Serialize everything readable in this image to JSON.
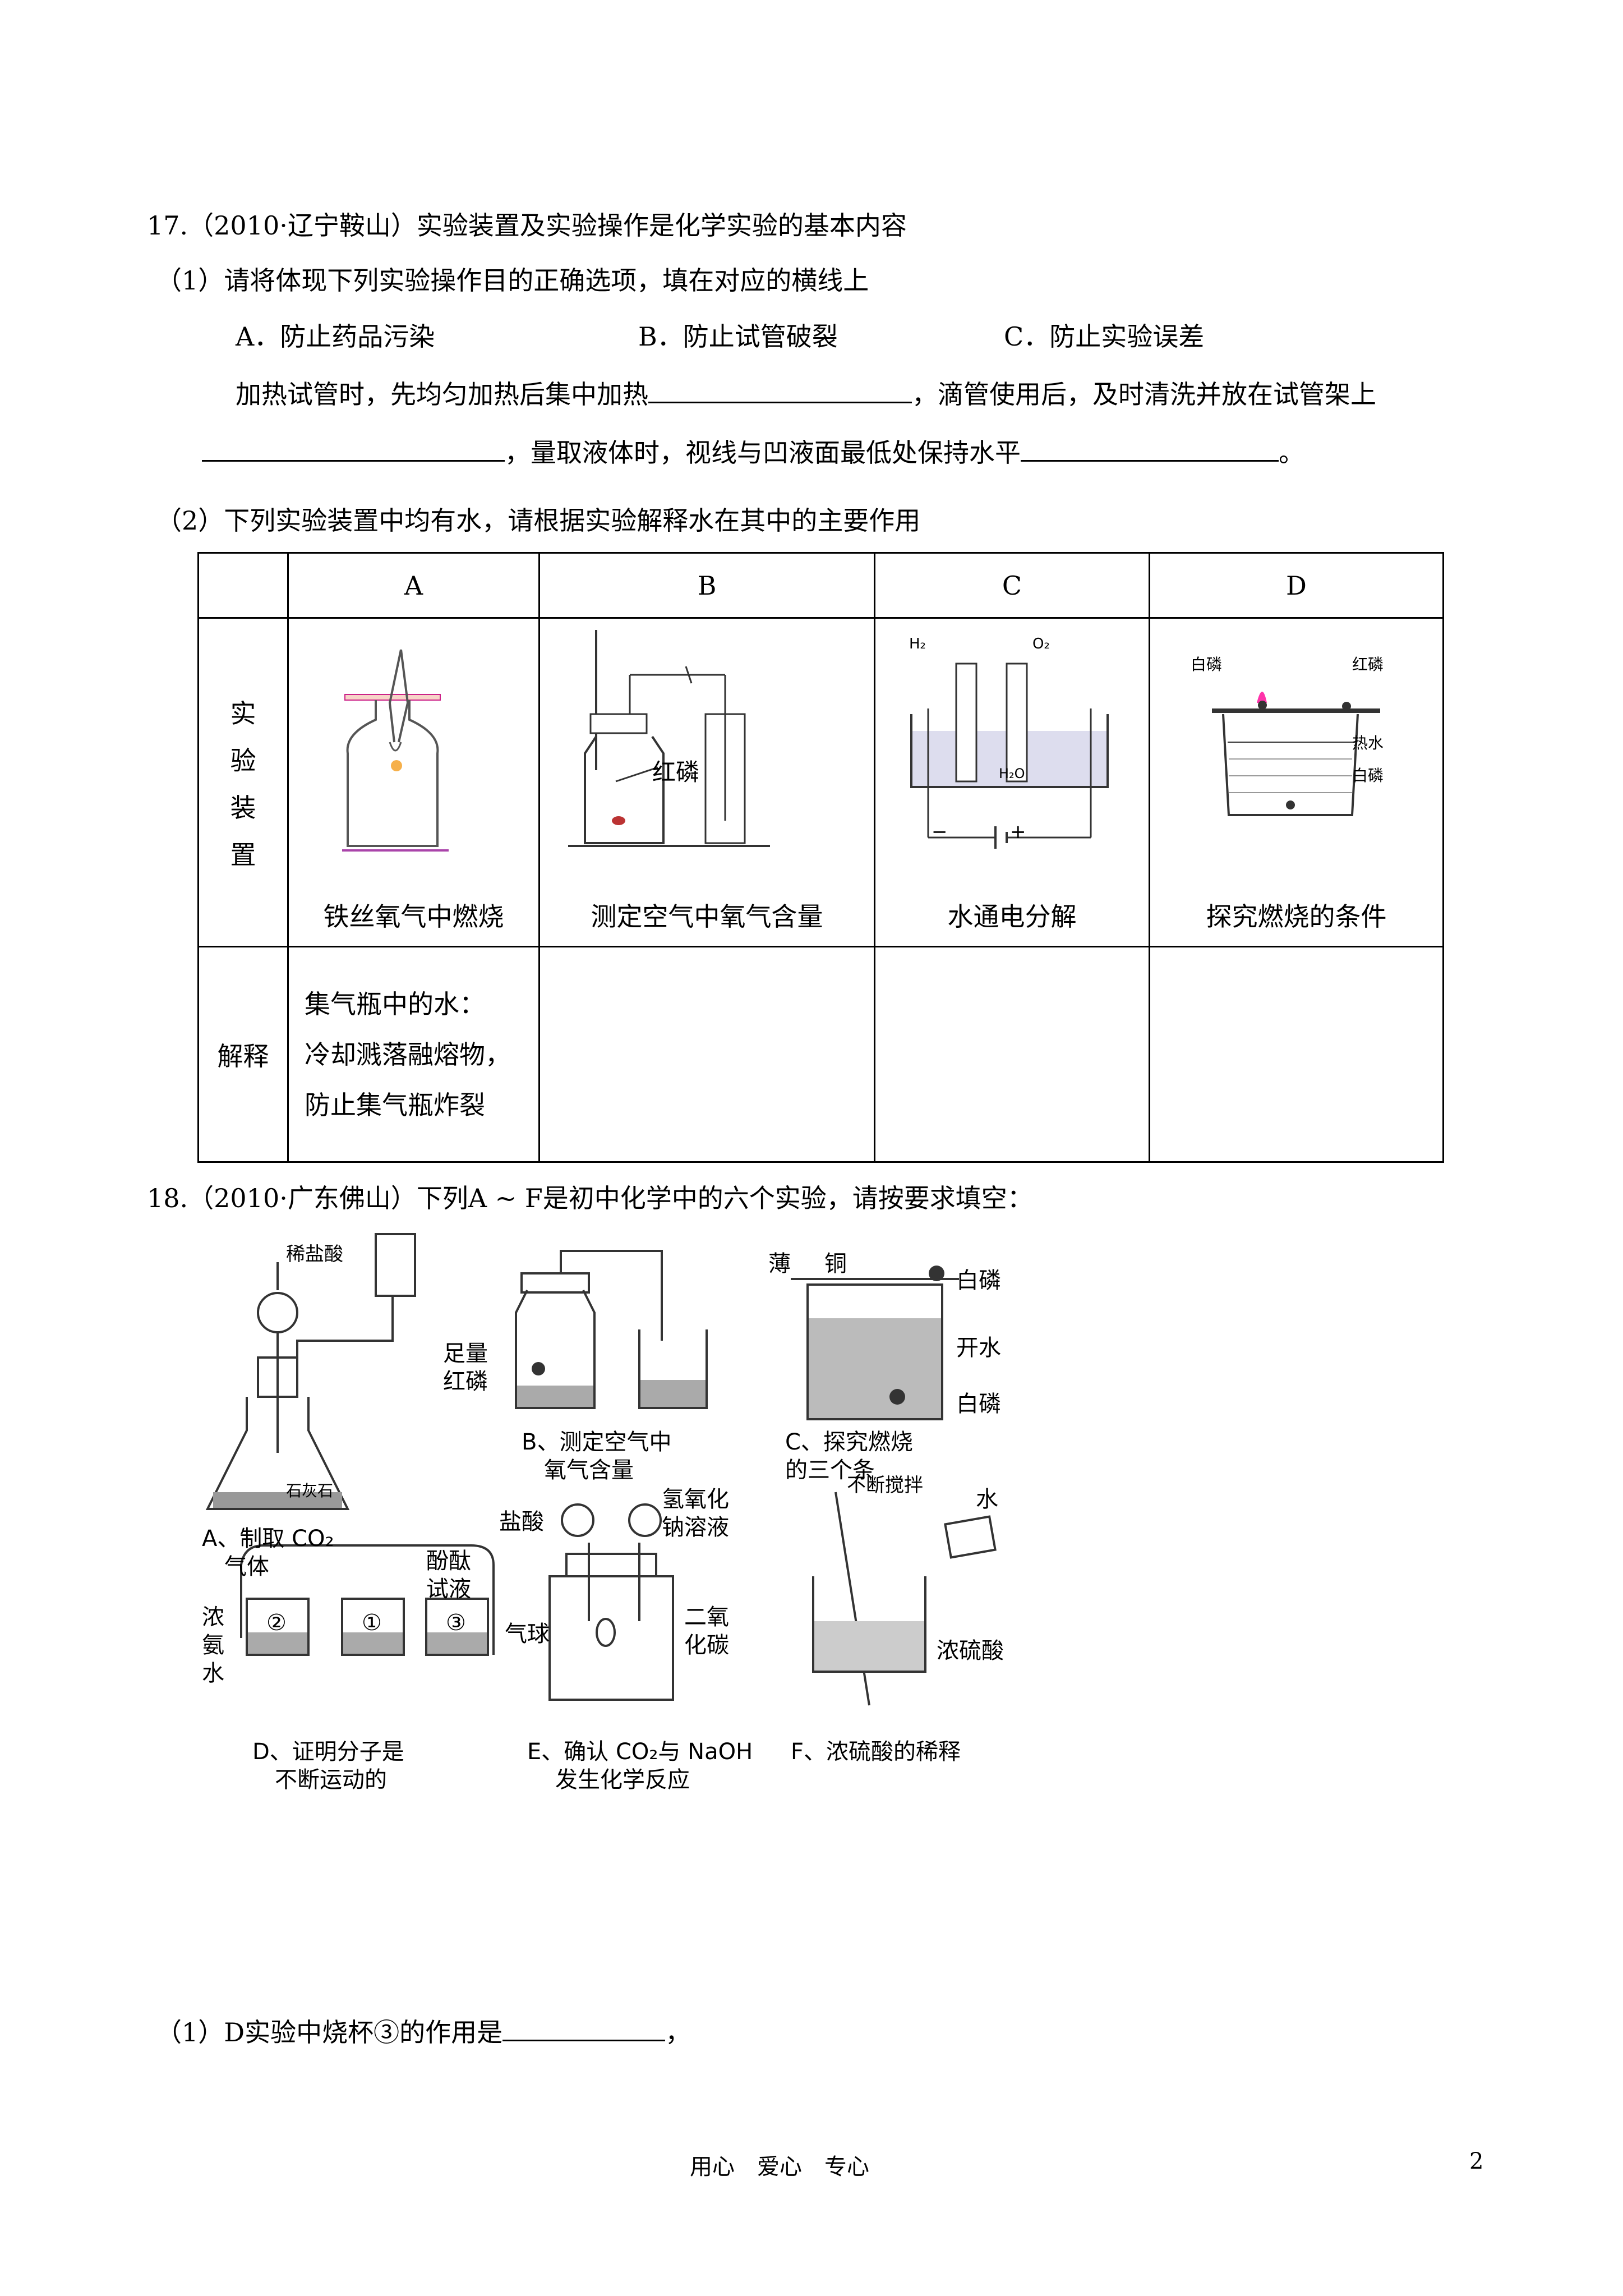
{
  "q17": {
    "title": "17.（2010·辽宁鞍山）实验装置及实验操作是化学实验的基本内容",
    "part1": "（1）请将体现下列实验操作目的正确选项，填在对应的横线上",
    "options": [
      "A．防止药品污染",
      "B．防止试管破裂",
      "C．防止实验误差"
    ],
    "line1a": "加热试管时，先均匀加热后集中加热",
    "line1b": "，滴管使用后，及时清洗并放在试管架上",
    "line2a": "，量取液体时，视线与凹液面最低处保持水平",
    "line2b": "。",
    "part2": "（2）下列实验装置中均有水，请根据实验解释水在其中的主要作用",
    "table": {
      "headers": [
        "A",
        "B",
        "C",
        "D"
      ],
      "row_label_chars": [
        "实",
        "验",
        "装",
        "置"
      ],
      "captions": [
        "铁丝氧气中燃烧",
        "测定空气中氧气含量",
        "水通电分解",
        "探究燃烧的条件"
      ],
      "explain_label": "解释",
      "explain_A": [
        "集气瓶中的水：",
        "冷却溅落融熔物，",
        "防止集气瓶炸裂"
      ],
      "labels": {
        "b_red": "红磷",
        "c_h2": "H₂",
        "c_o2": "O₂",
        "c_h2o": "H₂O",
        "c_minus": "−",
        "c_plus": "+",
        "d_white": "白磷",
        "d_red": "红磷",
        "d_hot": "热水",
        "d_white2": "白磷"
      }
    }
  },
  "q18": {
    "title": "18.（2010·广东佛山）下列A ~ F是初中化学中的六个实验，请按要求填空：",
    "figures": {
      "A": {
        "cap1": "A、制取 CO₂",
        "cap2": "气体",
        "l1": "稀盐酸",
        "l2": "石灰石"
      },
      "B": {
        "cap1": "B、测定空气中",
        "cap2": "氧气含量",
        "l1": "足量",
        "l2": "红磷"
      },
      "C": {
        "cap1": "C、探究燃烧",
        "cap2": "的三个条",
        "l1": "薄",
        "l2": "铜",
        "l3": "白磷",
        "l4": "开水",
        "l5": "白磷"
      },
      "D": {
        "cap1": "D、证明分子是",
        "cap2": "不断运动的",
        "l1": "酚酞",
        "l2": "试液",
        "l3": "浓",
        "l4": "氨",
        "l5": "水",
        "b1": "②",
        "b2": "①",
        "b3": "③"
      },
      "E": {
        "cap1": "E、确认 CO₂与 NaOH",
        "cap2": "发生化学反应",
        "l1": "盐酸",
        "l2": "氢氧化",
        "l3": "钠溶液",
        "l4": "气球",
        "l5": "二氧",
        "l6": "化碳"
      },
      "F": {
        "cap1": "F、浓硫酸的稀释",
        "l1": "不断搅拌",
        "l2": "水",
        "l3": "浓硫酸"
      }
    },
    "sub1a": "（1）D实验中烧杯③的作用是",
    "sub1b": "，"
  },
  "footer": {
    "motto": "用心　爱心　专心",
    "page": "2"
  }
}
